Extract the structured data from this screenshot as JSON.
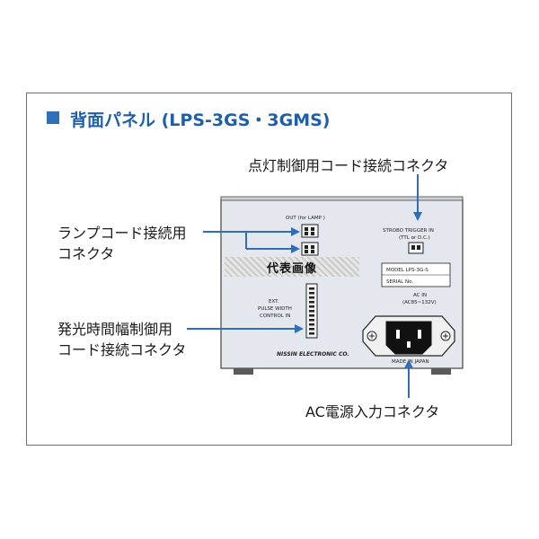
{
  "title": "背面パネル (LPS-3GS・3GMS)",
  "callouts": {
    "lighting_connector": "点灯制御用コード接続コネクタ",
    "lamp_connector_line1": "ランプコード接続用",
    "lamp_connector_line2": "コネクタ",
    "pulse_connector_line1": "発光時間幅制御用",
    "pulse_connector_line2": "コード接続コネクタ",
    "ac_connector": "AC電源入力コネクタ"
  },
  "panel": {
    "out_label": "OUT (for LAMP )",
    "strobo_label": "STROBO TRIGGER IN",
    "strobo_sub": "(TTL or D.C.)",
    "model_label": "MODEL  LPS-3G-S",
    "serial_label": "SERIAL No.",
    "ac_in_label": "AC IN",
    "ac_range": "(AC85~132V)",
    "ext_line1": "EXT.",
    "ext_line2": "PULSE WIDTH",
    "ext_line3": "CONTROL IN",
    "maker": "NISSIN ELECTRONIC CO.",
    "made_in": "MADE IN JAPAN"
  },
  "watermark": "代表画像",
  "colors": {
    "accent": "#1f5ea8",
    "panel": "#e4e7ed",
    "border": "#6d6d6d"
  }
}
